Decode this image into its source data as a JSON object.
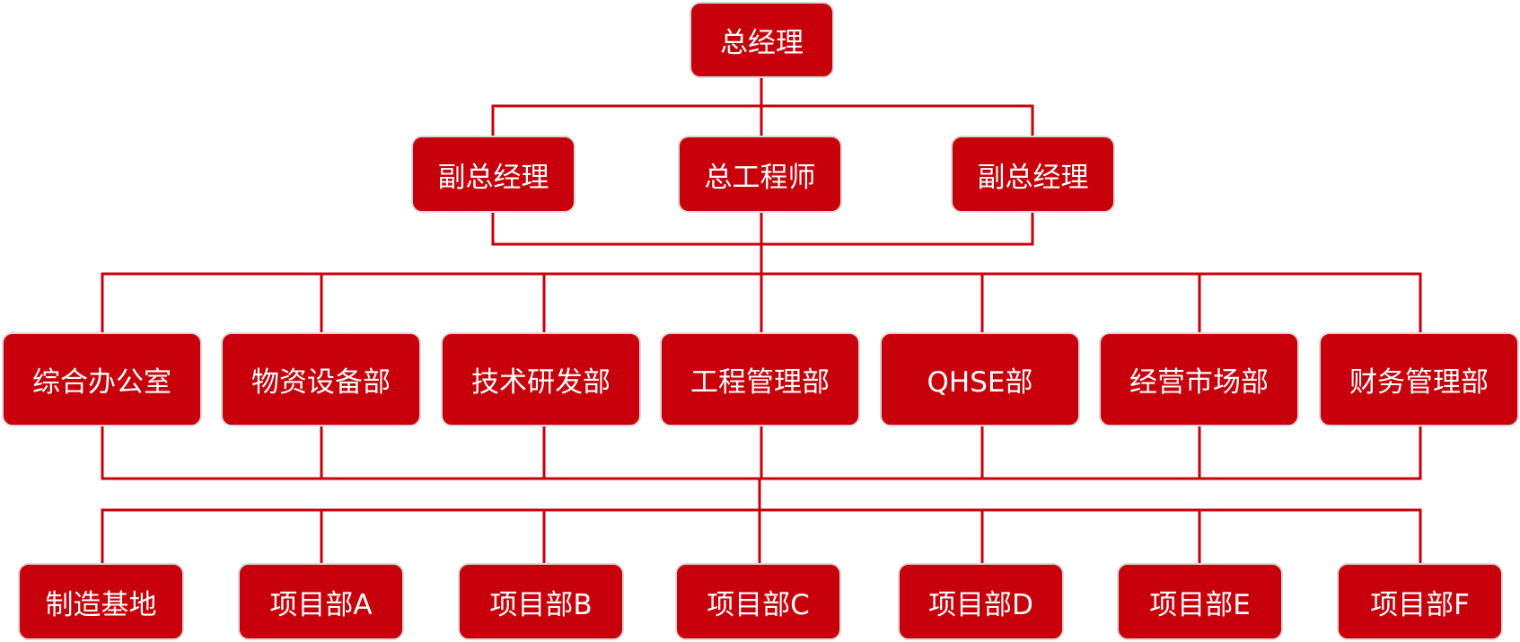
{
  "org_chart": {
    "top": {
      "label": "总经理"
    },
    "executives": [
      {
        "label": "副总经理"
      },
      {
        "label": "总工程师"
      },
      {
        "label": "副总经理"
      }
    ],
    "departments": [
      {
        "label": "综合办公室"
      },
      {
        "label": "物资设备部"
      },
      {
        "label": "技术研发部"
      },
      {
        "label": "工程管理部"
      },
      {
        "label": "QHSE部"
      },
      {
        "label": "经营市场部"
      },
      {
        "label": "财务管理部"
      }
    ],
    "units": [
      {
        "label": "制造基地"
      },
      {
        "label": "项目部A"
      },
      {
        "label": "项目部B"
      },
      {
        "label": "项目部C"
      },
      {
        "label": "项目部D"
      },
      {
        "label": "项目部E"
      },
      {
        "label": "项目部F"
      }
    ]
  },
  "colors": {
    "node_fill": "#c8000b",
    "connector": "#c8000b",
    "node_border": "#d9d9d9",
    "text": "#ffffff"
  }
}
